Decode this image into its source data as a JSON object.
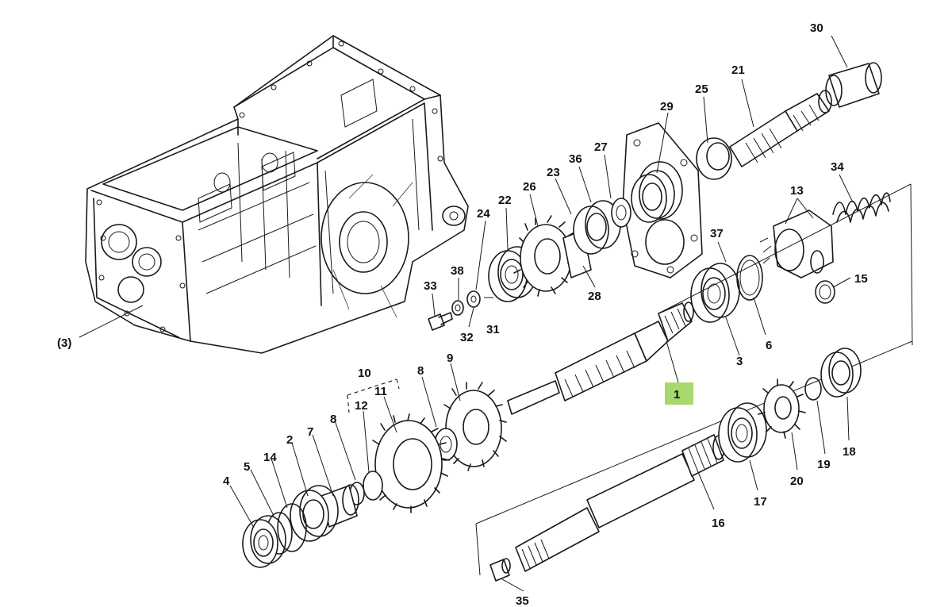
{
  "labels": {
    "l1": "1",
    "l2": "2",
    "l3": "3",
    "l3p": "(3)",
    "l4": "4",
    "l5": "5",
    "l6": "6",
    "l7": "7",
    "l8a": "8",
    "l8b": "8",
    "l9": "9",
    "l10": "10",
    "l11": "11",
    "l12": "12",
    "l13": "13",
    "l14": "14",
    "l15": "15",
    "l16": "16",
    "l17": "17",
    "l18": "18",
    "l19": "19",
    "l20": "20",
    "l21": "21",
    "l22": "22",
    "l23": "23",
    "l24": "24",
    "l25": "25",
    "l26": "26",
    "l27": "27",
    "l28": "28",
    "l29": "29",
    "l30": "30",
    "l31": "31",
    "l32": "32",
    "l33": "33",
    "l34": "34",
    "l35": "35",
    "l36": "36",
    "l37": "37",
    "l38": "38"
  },
  "highlight": {
    "part": "1",
    "color": "#a8d86e"
  }
}
